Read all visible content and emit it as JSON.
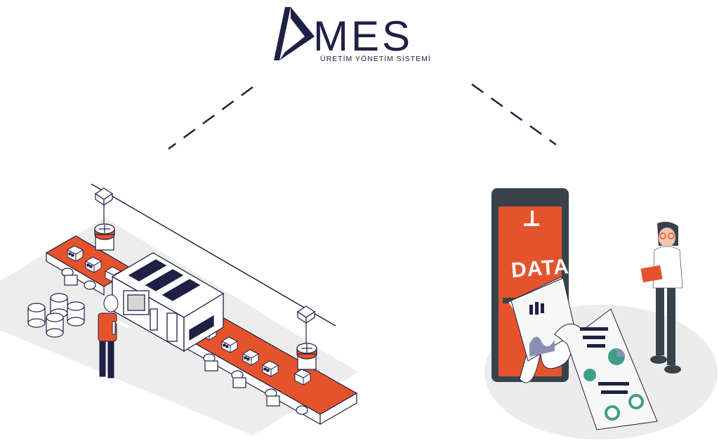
{
  "logo": {
    "brand": "MES",
    "subtitle": "ÜRETİM YÖNETİM SİSTEMİ"
  },
  "phone": {
    "screen_label": "DATA"
  },
  "colors": {
    "navy": "#1e2045",
    "orange": "#e5532c",
    "teal": "#3f9e8a",
    "dark_grey": "#37424a",
    "light_grey": "#ececec"
  },
  "icons": [
    "logo-mark-icon",
    "factory-conveyor-illustration",
    "data-phone-illustration",
    "analyst-person-illustration"
  ]
}
